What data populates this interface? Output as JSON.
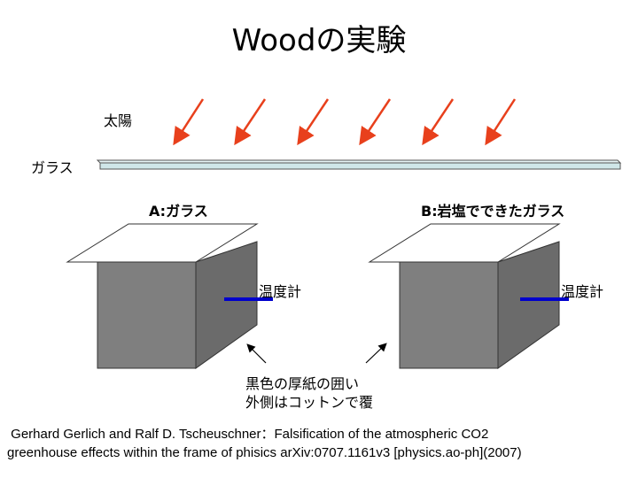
{
  "title": "Woodの実験",
  "sun_label": "太陽",
  "glass_label": "ガラス",
  "box_a_label": "A:ガラス",
  "box_b_label": "B:岩塩でできたガラス",
  "thermometer_label_a": "温度計",
  "thermometer_label_b": "温度計",
  "box_note_line1": "黒色の厚紙の囲い",
  "box_note_line2": "外側はコットンで覆",
  "citation_line1": " Gerhard Gerlich and Ralf D. Tscheuschner：Falsification of the atmospheric CO2",
  "citation_line2": "greenhouse effects within the frame of phisics arXiv:0707.1161v3 [physics.ao-ph](2007)",
  "colors": {
    "sun_ray": "#e8401c",
    "glass_fill": "#cfe6e8",
    "box_front": "#7f7f7f",
    "box_side": "#6a6a6a",
    "thermometer": "#0000cc"
  }
}
